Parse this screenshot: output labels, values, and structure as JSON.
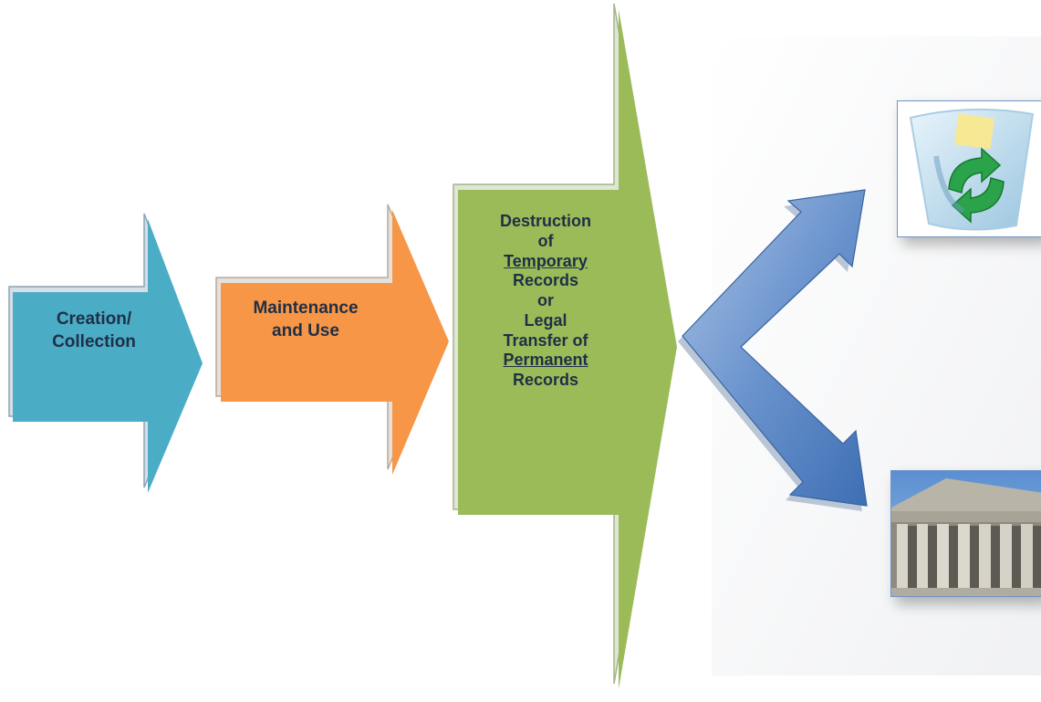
{
  "steps": {
    "creation": {
      "line1": "Creation/",
      "line2": "Collection",
      "color": "#4bacc6"
    },
    "maintenance": {
      "line1": "Maintenance",
      "line2": "and Use",
      "color": "#f79646"
    },
    "disposition": {
      "line1": "Destruction",
      "line2": "of",
      "line3": "Temporary",
      "line4": "Records",
      "line5": "or",
      "line6": "Legal",
      "line7": "Transfer of",
      "line8": "Permanent",
      "line9": "Records",
      "color": "#9bbb59"
    }
  },
  "branch_arrow": {
    "color": "#4f81bd"
  },
  "outcomes": {
    "destruction_icon": "recycle-bin-icon",
    "transfer_icon": "archives-building-icon"
  }
}
